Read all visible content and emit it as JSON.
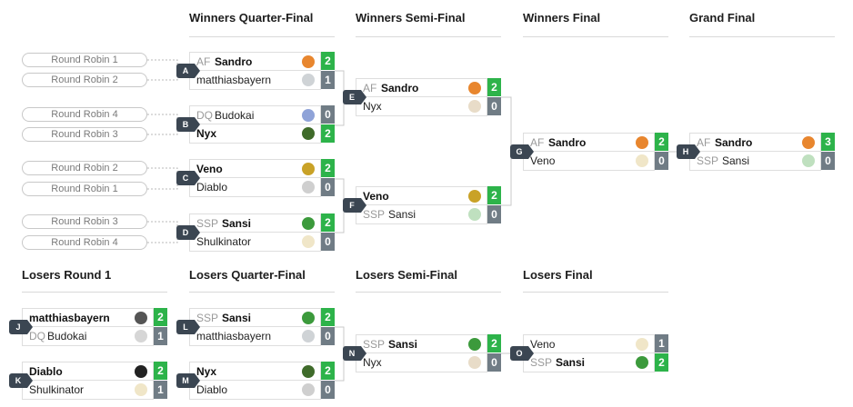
{
  "rounds": [
    {
      "title": "Winners Quarter-Final"
    },
    {
      "title": "Winners Semi-Final"
    },
    {
      "title": "Winners Final"
    },
    {
      "title": "Grand Final"
    },
    {
      "title": "Losers Round 1"
    },
    {
      "title": "Losers Quarter-Final"
    },
    {
      "title": "Losers Semi-Final"
    },
    {
      "title": "Losers Final"
    }
  ],
  "sources": [
    {
      "label": "Round Robin 1"
    },
    {
      "label": "Round Robin 2"
    },
    {
      "label": "Round Robin 4"
    },
    {
      "label": "Round Robin 3"
    },
    {
      "label": "Round Robin 2"
    },
    {
      "label": "Round Robin 1"
    },
    {
      "label": "Round Robin 3"
    },
    {
      "label": "Round Robin 4"
    }
  ],
  "colors": {
    "win_score": "#2db34a",
    "lose_score": "#707c85",
    "match_label": "#3b4652"
  },
  "matches": [
    {
      "id": "A",
      "p1": {
        "tag": "AF",
        "name": "Sandro",
        "score": "2",
        "win": true,
        "avatar_icon": "fighter-avatar-icon",
        "avatar_color": "#e8862e"
      },
      "p2": {
        "tag": "",
        "name": "matthiasbayern",
        "score": "1",
        "win": false,
        "avatar_icon": "fighter-avatar-icon",
        "avatar_color": "#cfd3d6"
      }
    },
    {
      "id": "B",
      "p1": {
        "tag": "DQ",
        "name": "Budokai",
        "score": "0",
        "win": false,
        "avatar_icon": "fighter-avatar-icon",
        "avatar_color": "#8fa3d8"
      },
      "p2": {
        "tag": "",
        "name": "Nyx",
        "score": "2",
        "win": true,
        "avatar_icon": "fighter-avatar-icon",
        "avatar_color": "#3f6b2a"
      }
    },
    {
      "id": "C",
      "p1": {
        "tag": "",
        "name": "Veno",
        "score": "2",
        "win": true,
        "avatar_icon": "fighter-avatar-icon",
        "avatar_color": "#c9a227"
      },
      "p2": {
        "tag": "",
        "name": "Diablo",
        "score": "0",
        "win": false,
        "avatar_icon": "fighter-avatar-icon",
        "avatar_color": "#cfcfcf"
      }
    },
    {
      "id": "D",
      "p1": {
        "tag": "SSP",
        "name": "Sansi",
        "score": "2",
        "win": true,
        "avatar_icon": "fighter-avatar-icon",
        "avatar_color": "#3c9a3c"
      },
      "p2": {
        "tag": "",
        "name": "Shulkinator",
        "score": "0",
        "win": false,
        "avatar_icon": "fighter-avatar-icon",
        "avatar_color": "#f0e6c8"
      }
    },
    {
      "id": "E",
      "p1": {
        "tag": "AF",
        "name": "Sandro",
        "score": "2",
        "win": true,
        "avatar_icon": "fighter-avatar-icon",
        "avatar_color": "#e8862e"
      },
      "p2": {
        "tag": "",
        "name": "Nyx",
        "score": "0",
        "win": false,
        "avatar_icon": "fighter-avatar-icon",
        "avatar_color": "#e8dcc8"
      }
    },
    {
      "id": "F",
      "p1": {
        "tag": "",
        "name": "Veno",
        "score": "2",
        "win": true,
        "avatar_icon": "fighter-avatar-icon",
        "avatar_color": "#c9a227"
      },
      "p2": {
        "tag": "SSP",
        "name": "Sansi",
        "score": "0",
        "win": false,
        "avatar_icon": "fighter-avatar-icon",
        "avatar_color": "#bfe0bf"
      }
    },
    {
      "id": "G",
      "p1": {
        "tag": "AF",
        "name": "Sandro",
        "score": "2",
        "win": true,
        "avatar_icon": "fighter-avatar-icon",
        "avatar_color": "#e8862e"
      },
      "p2": {
        "tag": "",
        "name": "Veno",
        "score": "0",
        "win": false,
        "avatar_icon": "fighter-avatar-icon",
        "avatar_color": "#f0e6c8"
      }
    },
    {
      "id": "H",
      "p1": {
        "tag": "AF",
        "name": "Sandro",
        "score": "3",
        "win": true,
        "avatar_icon": "fighter-avatar-icon",
        "avatar_color": "#e8862e"
      },
      "p2": {
        "tag": "SSP",
        "name": "Sansi",
        "score": "0",
        "win": false,
        "avatar_icon": "fighter-avatar-icon",
        "avatar_color": "#bfe0bf"
      }
    },
    {
      "id": "J",
      "p1": {
        "tag": "",
        "name": "matthiasbayern",
        "score": "2",
        "win": true,
        "avatar_icon": "fighter-avatar-icon",
        "avatar_color": "#555555"
      },
      "p2": {
        "tag": "DQ",
        "name": "Budokai",
        "score": "1",
        "win": false,
        "avatar_icon": "fighter-avatar-icon",
        "avatar_color": "#d6d6d6"
      }
    },
    {
      "id": "K",
      "p1": {
        "tag": "",
        "name": "Diablo",
        "score": "2",
        "win": true,
        "avatar_icon": "fighter-avatar-icon",
        "avatar_color": "#222222"
      },
      "p2": {
        "tag": "",
        "name": "Shulkinator",
        "score": "1",
        "win": false,
        "avatar_icon": "fighter-avatar-icon",
        "avatar_color": "#f0e6c8"
      }
    },
    {
      "id": "L",
      "p1": {
        "tag": "SSP",
        "name": "Sansi",
        "score": "2",
        "win": true,
        "avatar_icon": "fighter-avatar-icon",
        "avatar_color": "#3c9a3c"
      },
      "p2": {
        "tag": "",
        "name": "matthiasbayern",
        "score": "0",
        "win": false,
        "avatar_icon": "fighter-avatar-icon",
        "avatar_color": "#cfd3d6"
      }
    },
    {
      "id": "M",
      "p1": {
        "tag": "",
        "name": "Nyx",
        "score": "2",
        "win": true,
        "avatar_icon": "fighter-avatar-icon",
        "avatar_color": "#3f6b2a"
      },
      "p2": {
        "tag": "",
        "name": "Diablo",
        "score": "0",
        "win": false,
        "avatar_icon": "fighter-avatar-icon",
        "avatar_color": "#cfcfcf"
      }
    },
    {
      "id": "N",
      "p1": {
        "tag": "SSP",
        "name": "Sansi",
        "score": "2",
        "win": true,
        "avatar_icon": "fighter-avatar-icon",
        "avatar_color": "#3c9a3c"
      },
      "p2": {
        "tag": "",
        "name": "Nyx",
        "score": "0",
        "win": false,
        "avatar_icon": "fighter-avatar-icon",
        "avatar_color": "#e8dcc8"
      }
    },
    {
      "id": "O",
      "p1": {
        "tag": "",
        "name": "Veno",
        "score": "1",
        "win": false,
        "avatar_icon": "fighter-avatar-icon",
        "avatar_color": "#f0e6c8"
      },
      "p2": {
        "tag": "SSP",
        "name": "Sansi",
        "score": "2",
        "win": true,
        "avatar_icon": "fighter-avatar-icon",
        "avatar_color": "#3c9a3c"
      }
    }
  ]
}
